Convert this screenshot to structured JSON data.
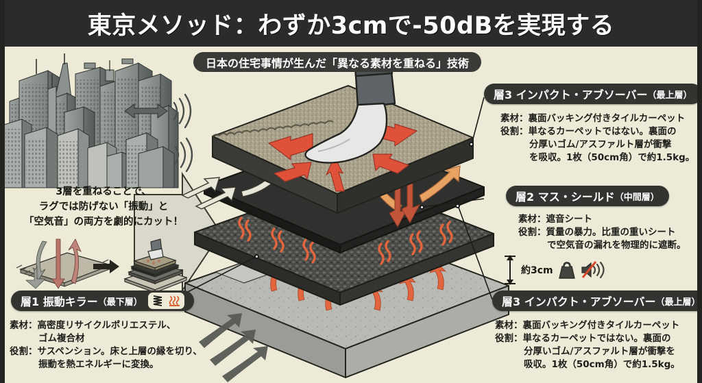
{
  "header": {
    "title": "東京メソッド：わずか3cmで-50dBを実現する"
  },
  "subtitle": {
    "text": "日本の住宅事情が生んだ「異なる素材を重ねる」技術"
  },
  "intro": {
    "line1": "3層を重ねることで、",
    "line2": "ラグでは防げない「振動」と",
    "line3": "「空気音」の両方を劇的にカット！"
  },
  "dimension": {
    "label": "約3cm"
  },
  "callouts": [
    {
      "id": "layer3-top",
      "pill_main": "層3 インパクト・アブソーバー",
      "pill_sub": "（最上層）",
      "material_label": "素材：",
      "material_value": "裏面バッキング付きタイルカーペット",
      "role_label": "役割：",
      "role_lines": [
        "単なるカーペットではない。裏面の",
        "分厚いゴム/アスファルト層が衝撃",
        "を吸収。1枚（50cm角）で約1.5kg。"
      ]
    },
    {
      "id": "layer2-middle",
      "pill_main": "層2 マス・シールド",
      "pill_sub": "（中間層）",
      "material_label": "素材：",
      "material_value": "遮音シート",
      "role_label": "役割：",
      "role_lines": [
        "質量の暴力。比重の重いシート",
        "で空気音の漏れを物理的に遮断。"
      ]
    },
    {
      "id": "layer3-bottom",
      "pill_main": "層3 インパクト・アブソーバー",
      "pill_sub": "（最上層）",
      "material_label": "素材：",
      "material_value": "裏面バッキング付きタイルカーペット",
      "role_label": "役割：",
      "role_lines": [
        "単なるカーペットではない。裏面の",
        "分厚いゴム/アスファルト層が衝撃を",
        "吸収。1枚（50cm角）で約1.5kg。"
      ]
    },
    {
      "id": "layer1-bottom-left",
      "pill_main": "層1 振動キラー",
      "pill_sub": "（最下層）",
      "material_label": "素材：",
      "material_value": "高密度リサイクルポリエステル、",
      "material_value2": "ゴム複合材",
      "role_label": "役割：",
      "role_lines": [
        "サスペンション。床と上層の縁を切り、",
        "振動を熱エネルギーに変換。"
      ]
    }
  ],
  "icons": {
    "spring": "spring-icon",
    "heat": "heat-waves-icon",
    "weight": "weight-icon",
    "mute": "muted-speaker-icon",
    "soundwave": "sound-wave-icon"
  },
  "colors": {
    "background": "#EDEBD8",
    "header_bg": "#2B2B2B",
    "pill_bg": "#333330",
    "accent_red": "#E0513A",
    "accent_orange": "#E98A4E",
    "carpet": "#A59C88",
    "sheet_black": "#2A2A2A",
    "concrete": "#BFC0BB"
  }
}
